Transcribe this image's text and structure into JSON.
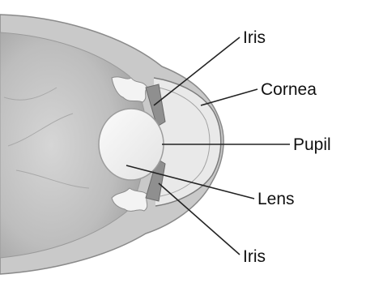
{
  "labels": {
    "iris_top": "Iris",
    "cornea": "Cornea",
    "pupil": "Pupil",
    "lens": "Lens",
    "iris_bottom": "Iris"
  },
  "colors": {
    "background": "#ffffff",
    "eyeball_shade": "#b9b9b9",
    "sclera_line": "#8a8a8a",
    "lens_fill": "#f2f2f2",
    "leader_line": "#222222",
    "text": "#111111"
  }
}
